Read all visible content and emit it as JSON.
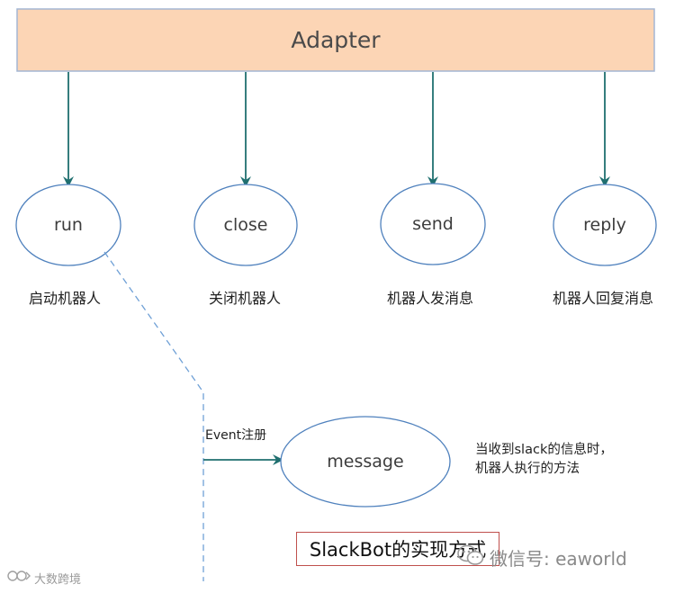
{
  "diagram": {
    "adapter": {
      "label": "Adapter"
    },
    "methods": [
      {
        "id": "run",
        "label": "run",
        "caption": "启动机器人"
      },
      {
        "id": "close",
        "label": "close",
        "caption": "关闭机器人"
      },
      {
        "id": "send",
        "label": "send",
        "caption": "机器人发消息"
      },
      {
        "id": "reply",
        "label": "reply",
        "caption": "机器人回复消息"
      }
    ],
    "event_label": "Event注册",
    "message": {
      "label": "message"
    },
    "message_note": [
      "当收到slack的信息时，",
      "机器人执行的方法"
    ],
    "title": "SlackBot的实现方式",
    "colors": {
      "adapter_fill": "#fcd5b5",
      "adapter_border": "#a3b6d4",
      "arrow": "#1f6f6f",
      "ellipse_border": "#4f81bd",
      "dashed": "#6fa0d6",
      "title_border": "#c0504d"
    }
  },
  "watermarks": {
    "right_text": "微信号: eaworld",
    "left_text": "大数跨境",
    "right_icon": "wechat-icon",
    "left_icon": "logo-icon"
  }
}
